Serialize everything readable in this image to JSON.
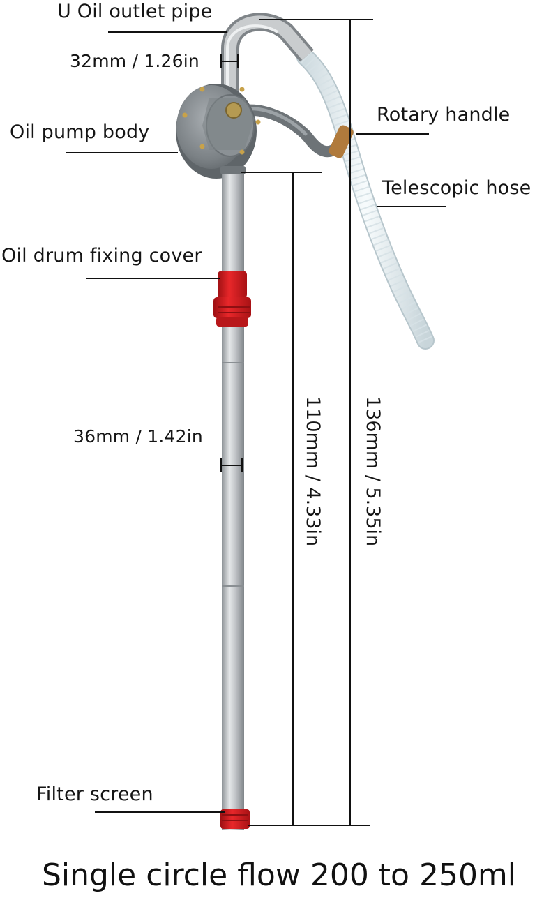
{
  "labels": {
    "outlet_pipe": "U Oil outlet pipe",
    "outlet_width": "32mm / 1.26in",
    "pump_body": "Oil pump body",
    "rotary_handle": "Rotary handle",
    "telescopic_hose": "Telescopic hose",
    "fixing_cover": "Oil drum fixing cover",
    "tube_width": "36mm / 1.42in",
    "filter_screen": "Filter screen",
    "tube_length": "110mm / 4.33in",
    "total_length": "136mm / 5.35in"
  },
  "caption": "Single circle flow 200 to 250ml",
  "colors": {
    "background": "#ffffff",
    "line": "#111111",
    "metal": "#b9bcc0",
    "pump": "#7d8387",
    "hose": "#e8f0f3",
    "cover": "#d01c1f",
    "handle_grip": "#b07a3c"
  }
}
